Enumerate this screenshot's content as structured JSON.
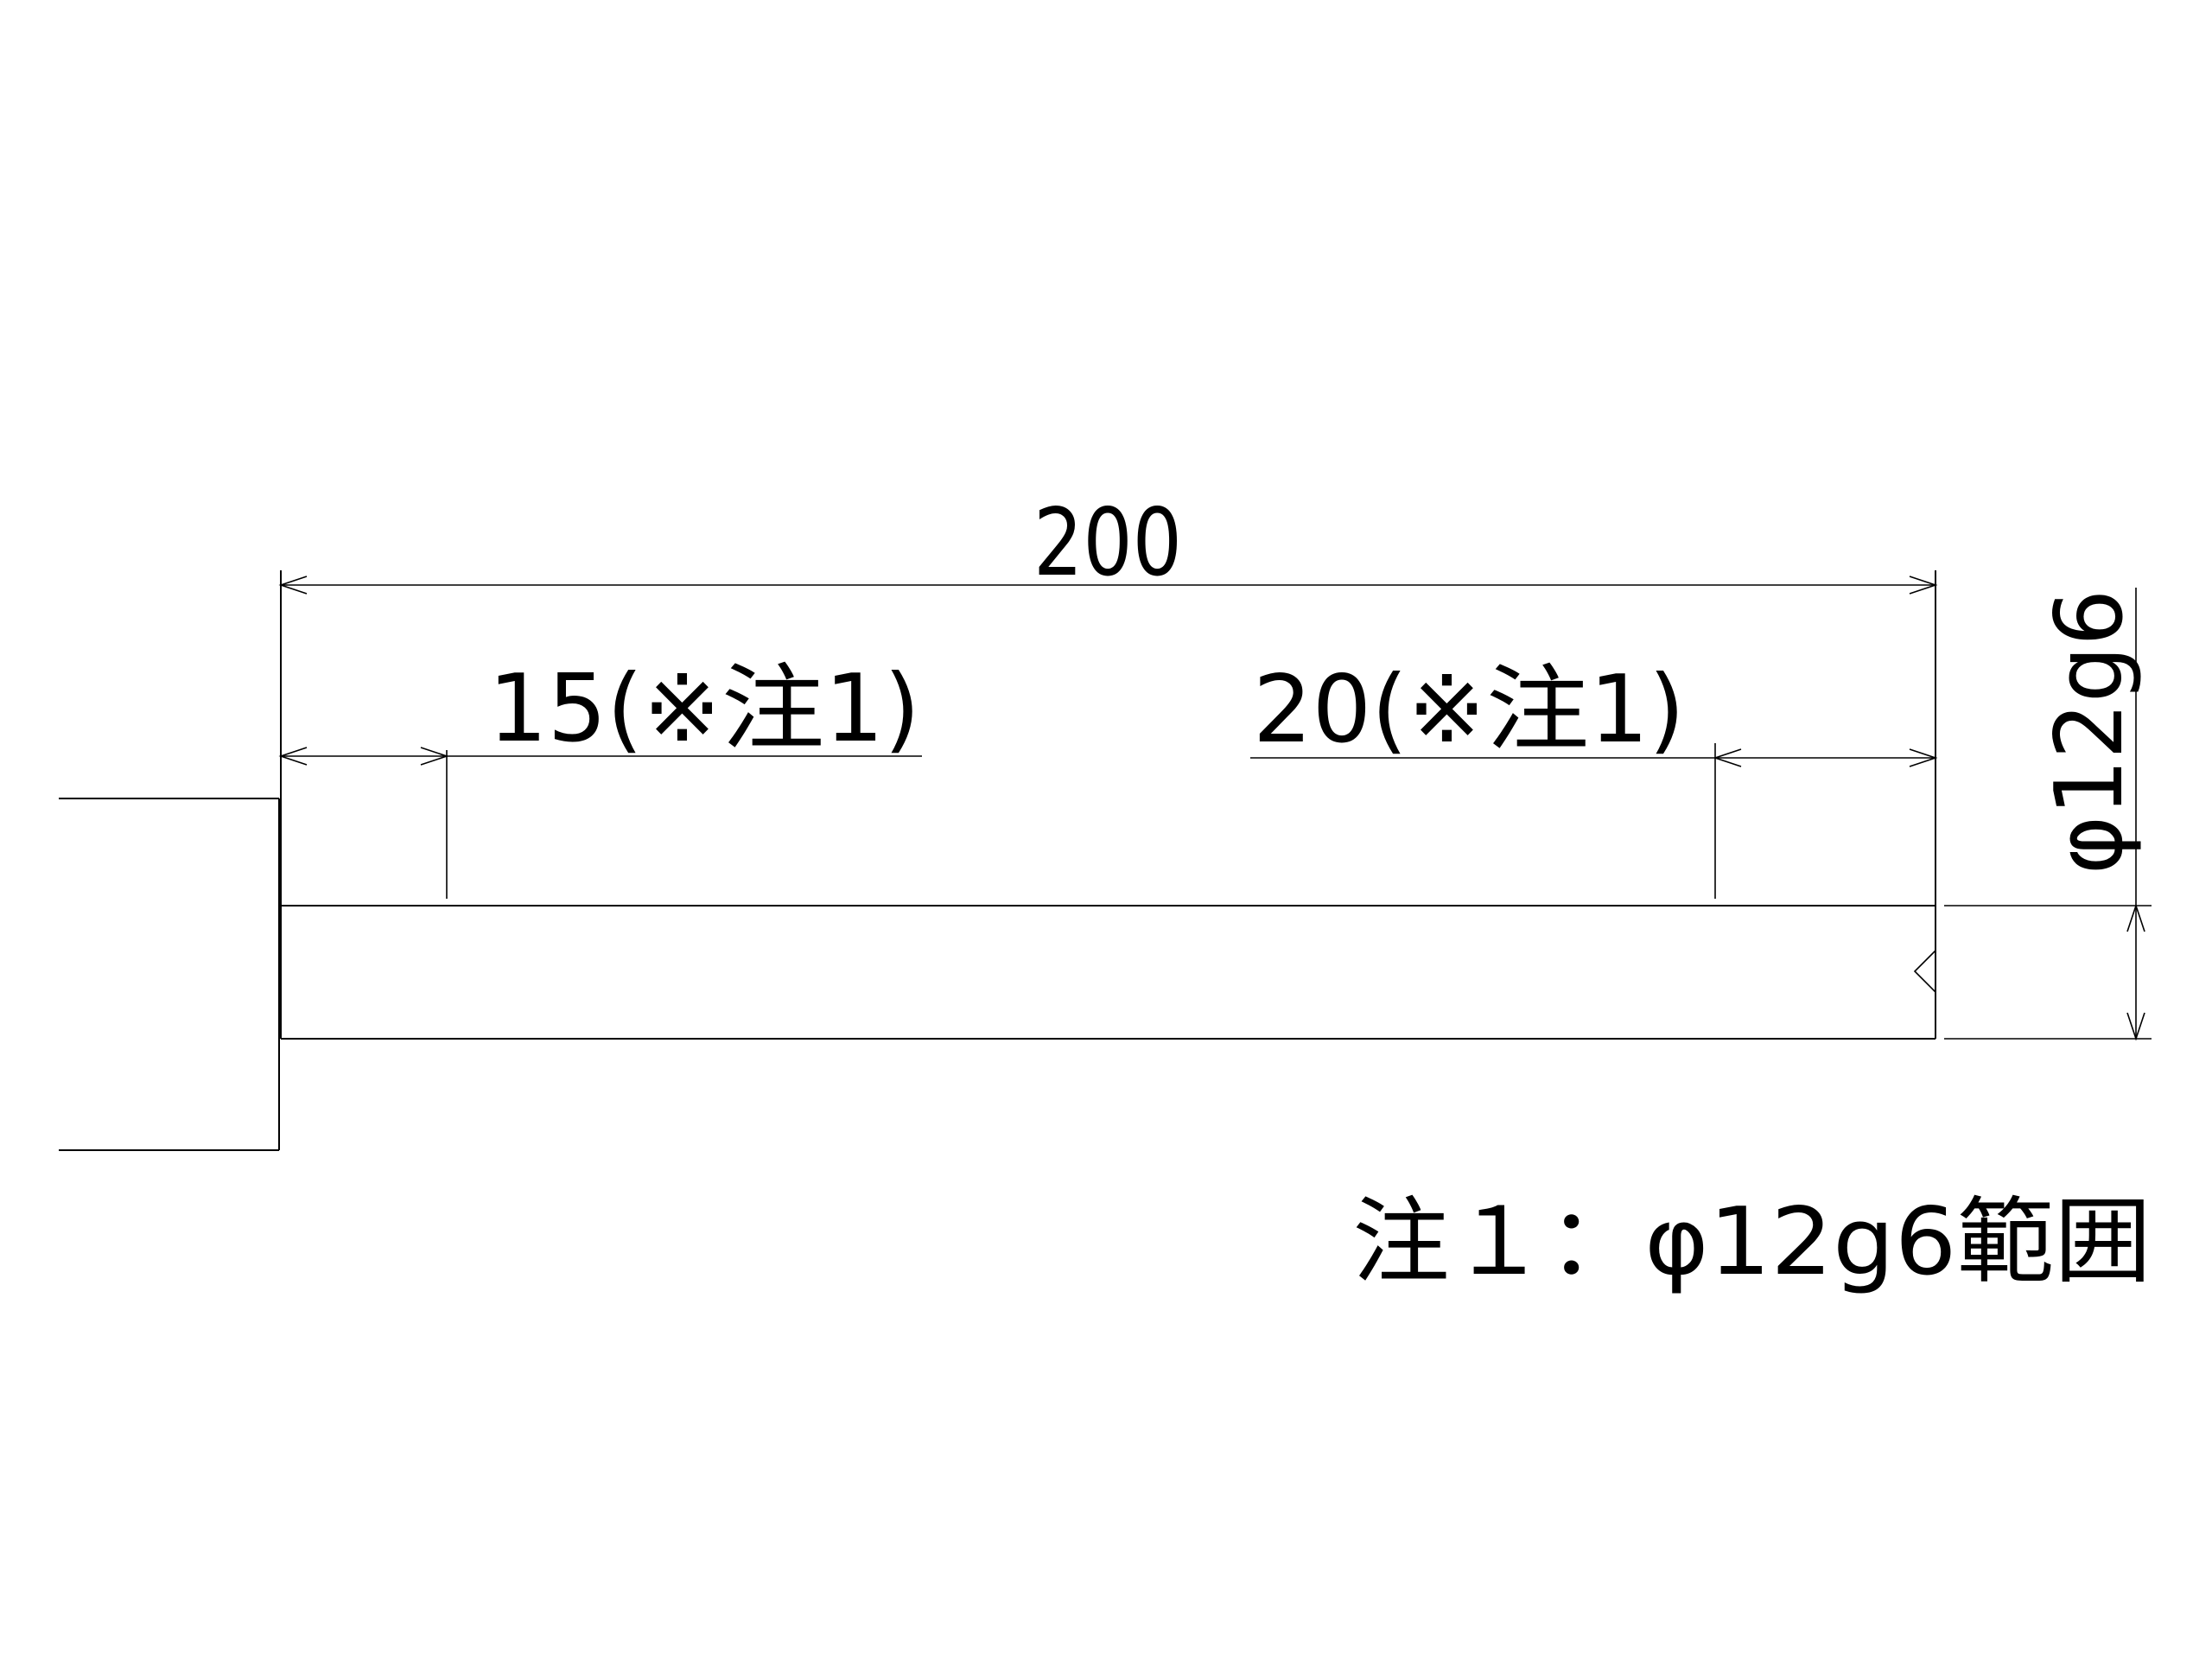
{
  "dimensions": {
    "overall_length": "200",
    "left_length": "15(※注1)",
    "right_length": "20(※注1)",
    "diameter": "φ12g6"
  },
  "note": {
    "text": "注１：φ12g6範囲"
  },
  "colors": {
    "line": "#000000",
    "background": "#ffffff"
  }
}
